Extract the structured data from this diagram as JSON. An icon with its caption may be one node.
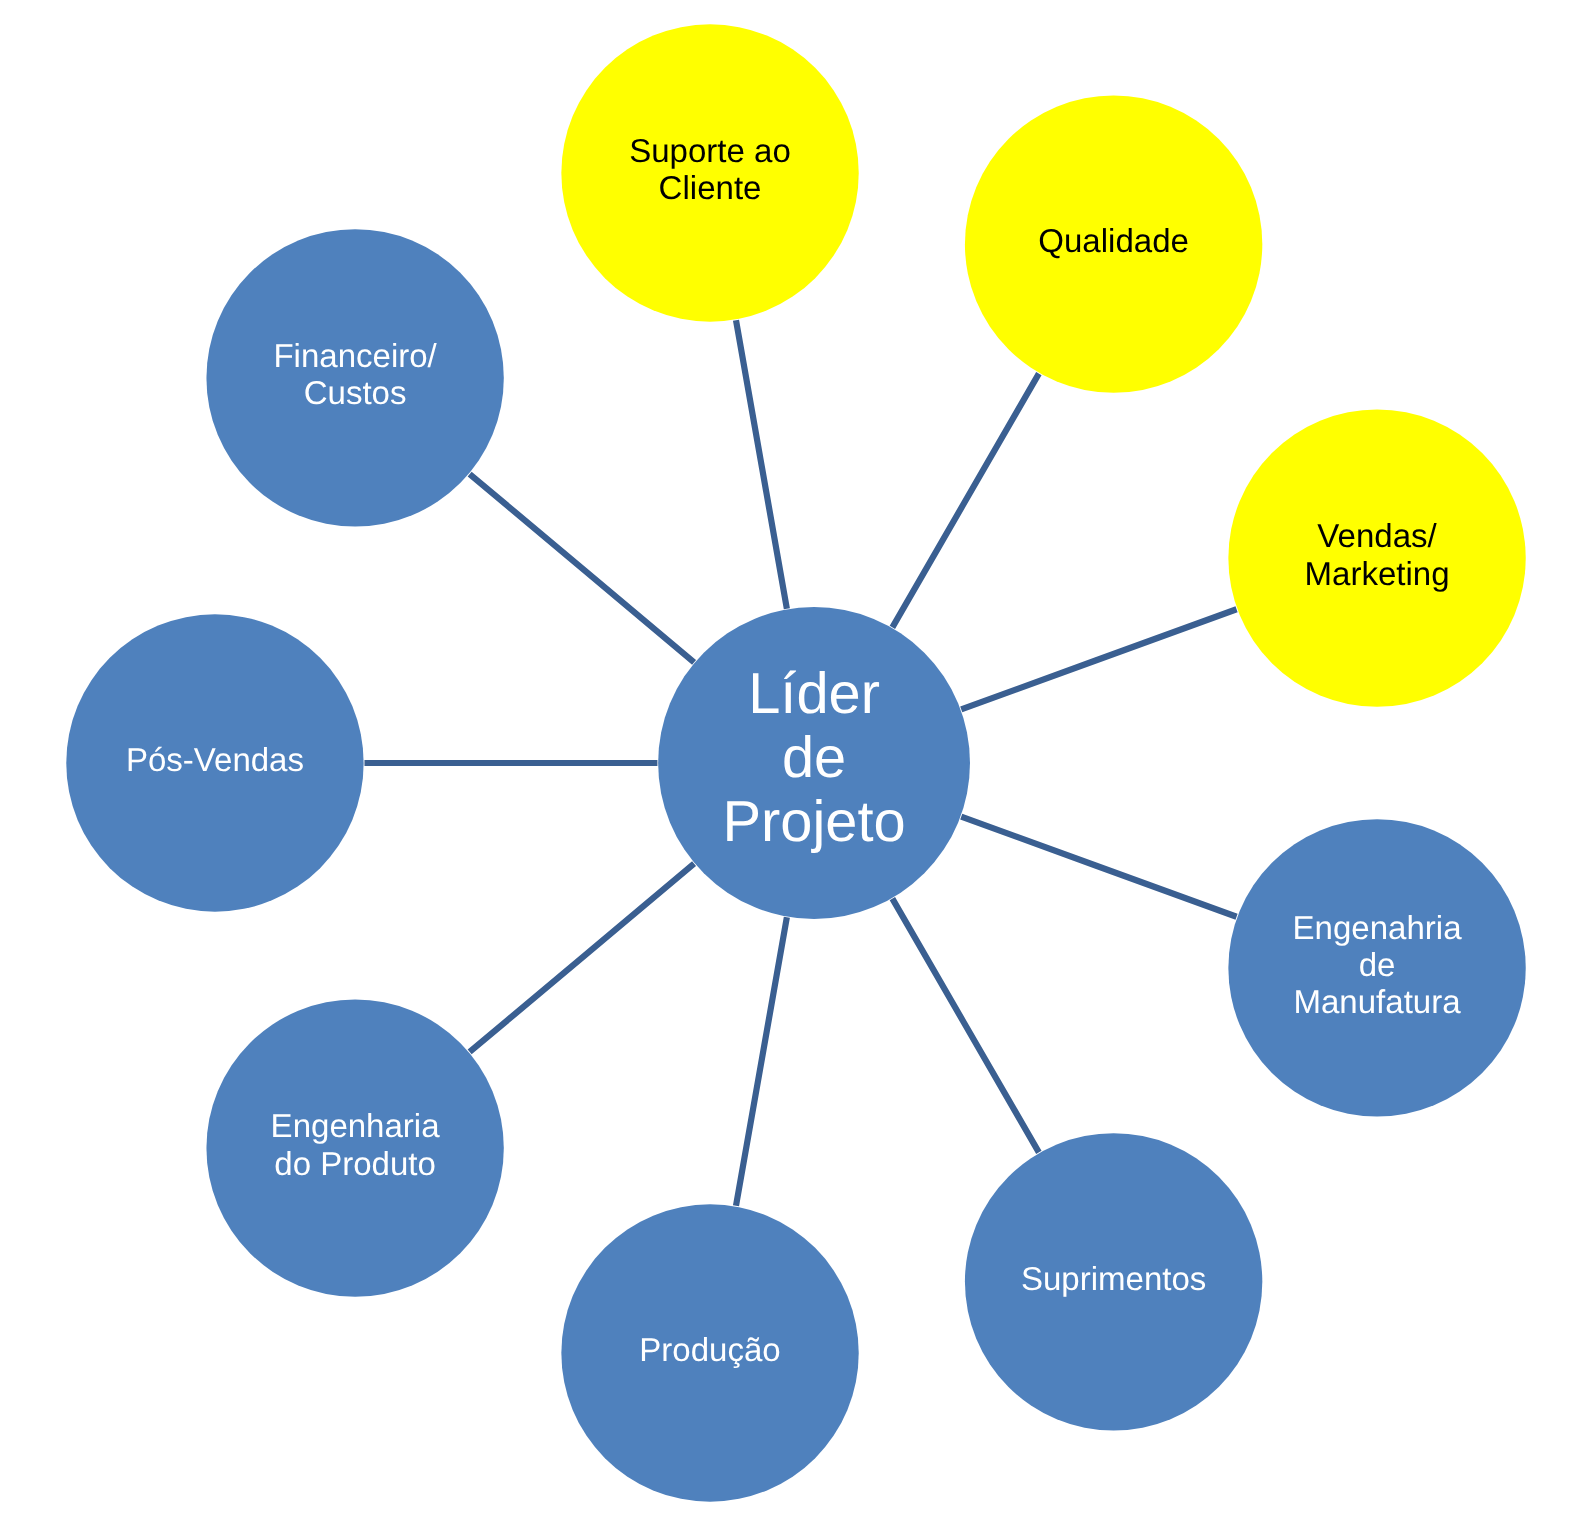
{
  "diagram": {
    "nodes": [
      {
        "text": [
          "Vendas/ Marketing"
        ]
      },
      {
        "text": [
          "Qualidade"
        ]
      },
      {
        "text": [
          "Suporte ao Cliente"
        ]
      },
      {
        "text": [
          "Financeiro/ Custos"
        ]
      },
      {
        "text": [
          "Líder de Projeto"
        ]
      },
      {
        "text": [
          "Pós-Vendas"
        ]
      },
      {
        "text": [
          "Engenharia do Produto"
        ]
      },
      {
        "text": [
          "Produção"
        ]
      },
      {
        "text": [
          "Suprimentos"
        ]
      },
      {
        "text": [
          "Engenahria de Manufatura"
        ]
      }
    ],
    "edges": [
      {
        "from": 4,
        "to": 0,
        "arrow": "none"
      },
      {
        "from": 4,
        "to": 2,
        "arrow": "none"
      },
      {
        "from": 4,
        "to": 5,
        "arrow": "none"
      },
      {
        "from": 4,
        "to": 6,
        "arrow": "none"
      },
      {
        "from": 4,
        "to": 9,
        "arrow": "none"
      },
      {
        "from": 4,
        "to": 8,
        "arrow": "none"
      },
      {
        "from": 4,
        "to": 7,
        "arrow": "none"
      },
      {
        "from": 4,
        "to": 3,
        "arrow": "none"
      },
      {
        "from": 4,
        "to": 1,
        "arrow": "none"
      }
    ]
  }
}
